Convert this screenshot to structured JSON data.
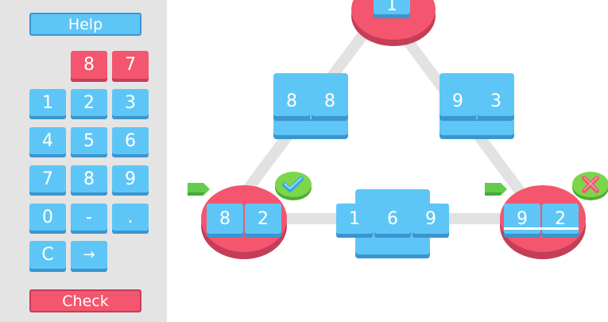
{
  "sidebar": {
    "help_label": "Help",
    "answer_digits": [
      "8",
      "7"
    ],
    "keypad": [
      [
        "1",
        "2",
        "3"
      ],
      [
        "4",
        "5",
        "6"
      ],
      [
        "7",
        "8",
        "9"
      ],
      [
        "0",
        "-",
        "."
      ],
      [
        "C",
        "→"
      ]
    ],
    "check_label": "Check"
  },
  "board": {
    "top_node": [
      "1"
    ],
    "left_edge": [
      "8",
      "8"
    ],
    "right_edge": [
      "9",
      "3"
    ],
    "bottom_edge": [
      "1",
      "6",
      "9"
    ],
    "left_node": [
      "8",
      "2"
    ],
    "right_node": [
      "9",
      "2"
    ],
    "left_node_status": "correct",
    "right_node_status": "incorrect"
  },
  "colors": {
    "tile_blue": "#5ec6f6",
    "tile_blue_shadow": "#3a95d0",
    "node_red": "#f3566e",
    "node_red_shadow": "#c63d58",
    "edge_gray": "#e2e2e2",
    "flag_green": "#63cc4b",
    "check_green": "#7bd64a",
    "cross_red": "#f25873"
  }
}
